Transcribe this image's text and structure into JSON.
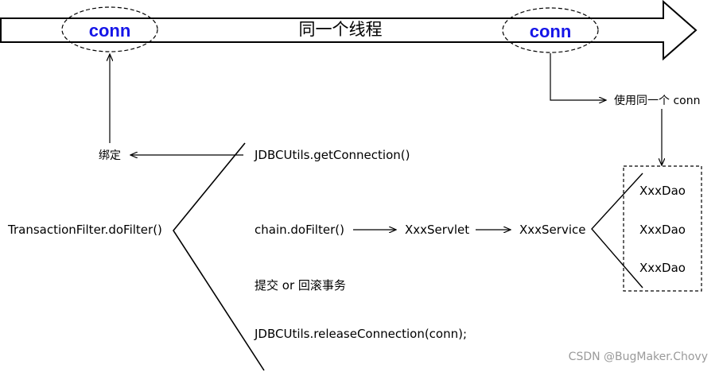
{
  "colors": {
    "conn": "#1616e8",
    "line": "#000000",
    "watermark": "#9a9a9a"
  },
  "thread": {
    "label": "同一个线程",
    "conn_left": "conn",
    "conn_right": "conn"
  },
  "labels": {
    "bind": "绑定",
    "use_same_conn": "使用同一个 conn",
    "filter": "TransactionFilter.doFilter()",
    "get_connection": "JDBCUtils.getConnection()",
    "chain": "chain.doFilter()",
    "servlet": "XxxServlet",
    "service": "XxxService",
    "dao1": "XxxDao",
    "dao2": "XxxDao",
    "dao3": "XxxDao",
    "commit": "提交 or 回滚事务",
    "release": "JDBCUtils.releaseConnection(conn);"
  },
  "watermark": "CSDN @BugMaker.Chovy"
}
